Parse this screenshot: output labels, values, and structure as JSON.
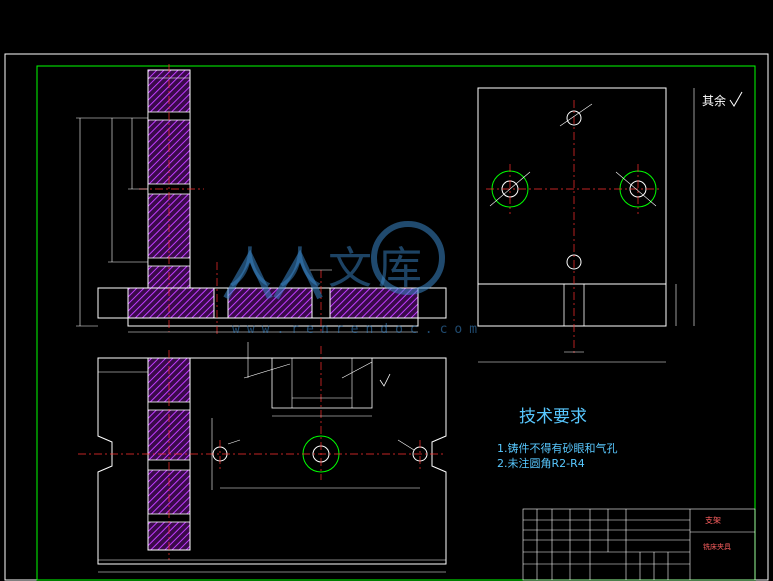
{
  "technical_requirements": {
    "title": "技术要求",
    "items": [
      "1.铸件不得有砂眼和气孔",
      "2.未注圆角R2-R4"
    ]
  },
  "roughness_note": "其余",
  "title_block": {
    "part_name": "支架",
    "subtitle": "铣床夹具"
  },
  "watermark": {
    "text": "人人文库",
    "url": "www.renrendoc.com"
  },
  "colors": {
    "background": "#000000",
    "frame": "#ffffff",
    "border": "#00ff00",
    "section_hatch": "#c03cff",
    "centerline": "#ff3030",
    "dimension": "#ffffff",
    "text_cyan": "#58c8ff",
    "watermark": "#3a86c8"
  }
}
